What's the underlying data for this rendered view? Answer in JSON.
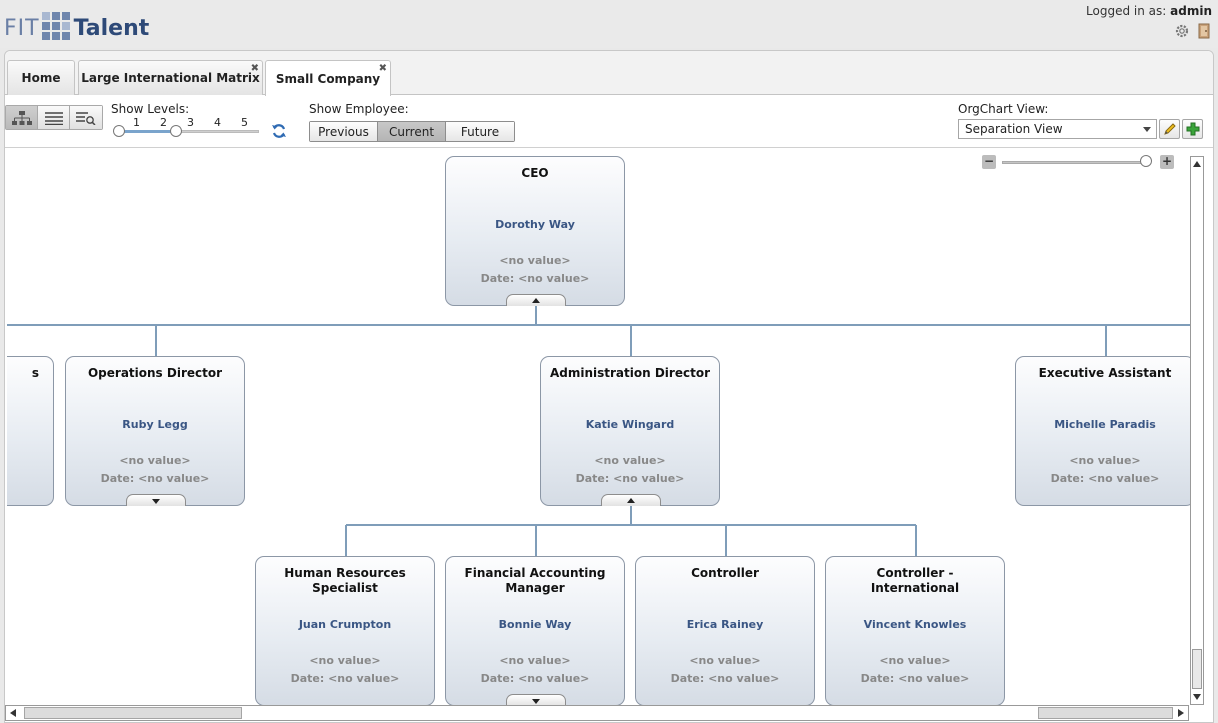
{
  "header": {
    "logo_fit": "FIT",
    "logo_talent": "Talent",
    "logged_in_label": "Logged in as:",
    "user": "admin"
  },
  "tabs": [
    {
      "label": "Home"
    },
    {
      "label": "Large International Matrix"
    },
    {
      "label": "Small Company"
    }
  ],
  "toolbar": {
    "show_levels_label": "Show Levels:",
    "levels": [
      "1",
      "2",
      "3",
      "4",
      "5"
    ],
    "level_range": [
      1,
      2
    ],
    "show_employee_label": "Show Employee:",
    "employee_options": [
      "Previous",
      "Current",
      "Future"
    ],
    "employee_selected": "Current",
    "orgchart_view_label": "OrgChart View:",
    "orgchart_view_value": "Separation View"
  },
  "zoom": {
    "minus": "−",
    "plus": "+",
    "level": 1.0
  },
  "nodes": {
    "partial": {
      "title": "s"
    },
    "ceo": {
      "title": "CEO",
      "person": "Dorothy Way",
      "value": "<no value>",
      "date": "Date: <no value>"
    },
    "ops": {
      "title": "Operations Director",
      "person": "Ruby Legg",
      "value": "<no value>",
      "date": "Date: <no value>"
    },
    "admin": {
      "title": "Administration Director",
      "person": "Katie Wingard",
      "value": "<no value>",
      "date": "Date: <no value>"
    },
    "exec": {
      "title": "Executive Assistant",
      "person": "Michelle Paradis",
      "value": "<no value>",
      "date": "Date: <no value>"
    },
    "hr": {
      "title": "Human Resources Specialist",
      "person": "Juan Crumpton",
      "value": "<no value>",
      "date": "Date: <no value>"
    },
    "fin": {
      "title": "Financial Accounting Manager",
      "person": "Bonnie Way",
      "value": "<no value>",
      "date": "Date: <no value>"
    },
    "ctrl": {
      "title": "Controller",
      "person": "Erica Rainey",
      "value": "<no value>",
      "date": "Date: <no value>"
    },
    "ctrl_intl": {
      "title": "Controller - International",
      "person": "Vincent Knowles",
      "value": "<no value>",
      "date": "Date: <no value>"
    }
  },
  "colors": {
    "connector": "#7f9db9",
    "person": "#3a5684"
  }
}
